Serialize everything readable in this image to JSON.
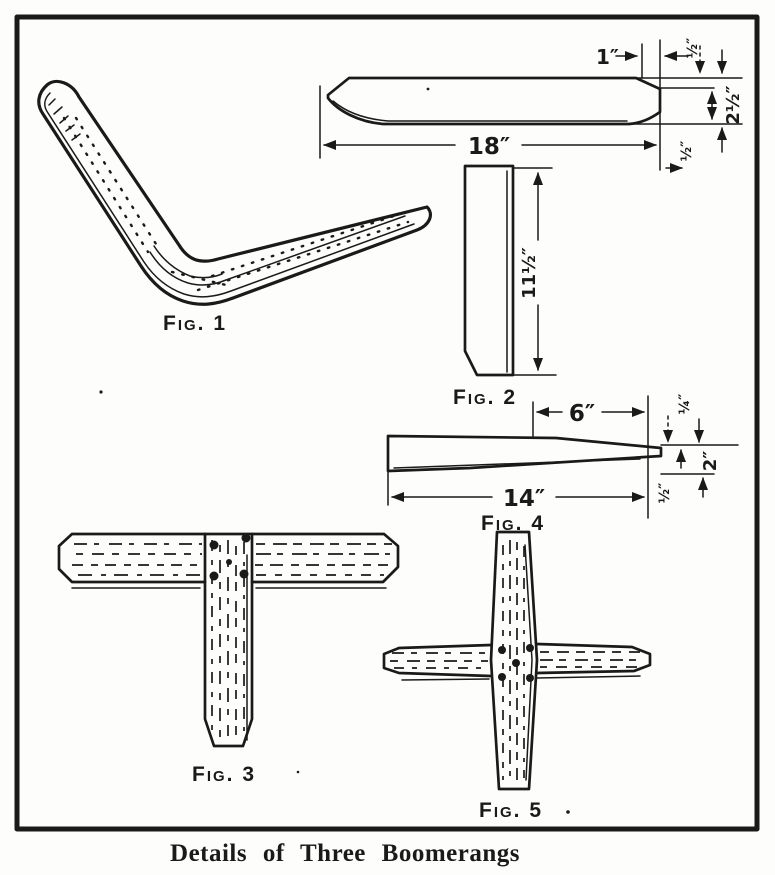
{
  "title": "Details of Three Boomerangs",
  "colors": {
    "ink": "#1a1a1a",
    "paper": "#fdfdfb"
  },
  "figures": {
    "fig1": {
      "caption": "Fig. 1"
    },
    "fig2": {
      "caption": "Fig. 2"
    },
    "fig3": {
      "caption": "Fig. 3"
    },
    "fig4": {
      "caption": "Fig. 4"
    },
    "fig5": {
      "caption": "Fig. 5"
    }
  },
  "dimensions": {
    "blade18": {
      "tip_taper": "1″",
      "top_offset": "½″",
      "width": "2½″",
      "length": "18″",
      "bottom_offset": "½″"
    },
    "fig2_strip": {
      "length": "11½″"
    },
    "fig4_blade": {
      "half_length": "6″",
      "top_offset": "¼″",
      "width": "2″",
      "length": "14″",
      "bottom_offset": "½″"
    }
  }
}
